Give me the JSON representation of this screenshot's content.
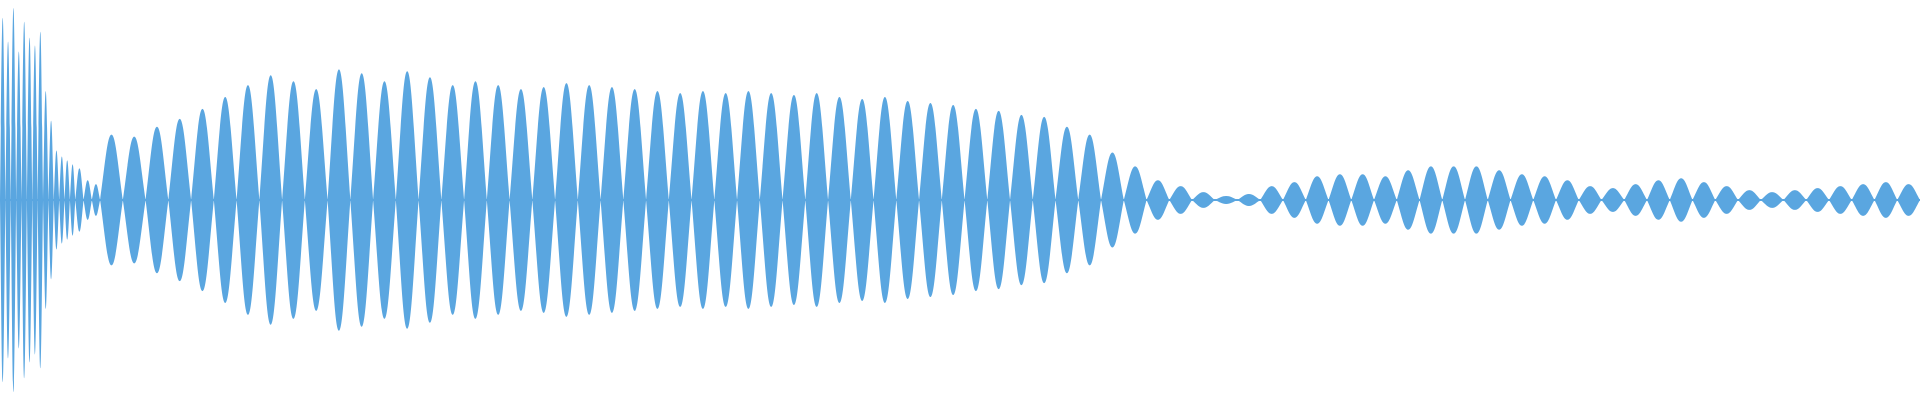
{
  "waveform": {
    "color": "#5aa6e0",
    "background": "#ffffff",
    "lobes": [
      {
        "amp": 0.92
      },
      {
        "amp": 0.8
      },
      {
        "amp": 0.97
      },
      {
        "amp": 0.75
      },
      {
        "amp": 0.9
      },
      {
        "amp": 0.82
      },
      {
        "amp": 0.78
      },
      {
        "amp": 0.85
      },
      {
        "amp": 0.55
      },
      {
        "amp": 0.4
      },
      {
        "amp": 0.25
      },
      {
        "amp": 0.22
      },
      {
        "amp": 0.2
      },
      {
        "amp": 0.18
      },
      {
        "amp": 0.16
      },
      {
        "amp": 0.1
      },
      {
        "amp": 0.08
      },
      {
        "amp": 0.33
      },
      {
        "amp": 0.32
      },
      {
        "amp": 0.37
      },
      {
        "amp": 0.41
      },
      {
        "amp": 0.46
      },
      {
        "amp": 0.52
      },
      {
        "amp": 0.58
      },
      {
        "amp": 0.63
      },
      {
        "amp": 0.6
      },
      {
        "amp": 0.56
      },
      {
        "amp": 0.66
      },
      {
        "amp": 0.64
      },
      {
        "amp": 0.6
      },
      {
        "amp": 0.65
      },
      {
        "amp": 0.62
      },
      {
        "amp": 0.58
      },
      {
        "amp": 0.6
      },
      {
        "amp": 0.58
      },
      {
        "amp": 0.56
      },
      {
        "amp": 0.57
      },
      {
        "amp": 0.59
      },
      {
        "amp": 0.58
      },
      {
        "amp": 0.57
      },
      {
        "amp": 0.56
      },
      {
        "amp": 0.55
      },
      {
        "amp": 0.54
      },
      {
        "amp": 0.55
      },
      {
        "amp": 0.54
      },
      {
        "amp": 0.55
      },
      {
        "amp": 0.54
      },
      {
        "amp": 0.53
      },
      {
        "amp": 0.54
      },
      {
        "amp": 0.52
      },
      {
        "amp": 0.51
      },
      {
        "amp": 0.52
      },
      {
        "amp": 0.5
      },
      {
        "amp": 0.49
      },
      {
        "amp": 0.48
      },
      {
        "amp": 0.46
      },
      {
        "amp": 0.45
      },
      {
        "amp": 0.43
      },
      {
        "amp": 0.42
      },
      {
        "amp": 0.37
      },
      {
        "amp": 0.33
      },
      {
        "amp": 0.24
      },
      {
        "amp": 0.17
      },
      {
        "amp": 0.1
      },
      {
        "amp": 0.07
      },
      {
        "amp": 0.04
      },
      {
        "amp": 0.02
      },
      {
        "amp": 0.03
      },
      {
        "amp": 0.07
      },
      {
        "amp": 0.09
      },
      {
        "amp": 0.12
      },
      {
        "amp": 0.13
      },
      {
        "amp": 0.13
      },
      {
        "amp": 0.12
      },
      {
        "amp": 0.15
      },
      {
        "amp": 0.17
      },
      {
        "amp": 0.17
      },
      {
        "amp": 0.17
      },
      {
        "amp": 0.15
      },
      {
        "amp": 0.13
      },
      {
        "amp": 0.12
      },
      {
        "amp": 0.1
      },
      {
        "amp": 0.07
      },
      {
        "amp": 0.06
      },
      {
        "amp": 0.08
      },
      {
        "amp": 0.1
      },
      {
        "amp": 0.11
      },
      {
        "amp": 0.09
      },
      {
        "amp": 0.07
      },
      {
        "amp": 0.05
      },
      {
        "amp": 0.04
      },
      {
        "amp": 0.05
      },
      {
        "amp": 0.06
      },
      {
        "amp": 0.07
      },
      {
        "amp": 0.08
      },
      {
        "amp": 0.09
      },
      {
        "amp": 0.08
      }
    ]
  }
}
